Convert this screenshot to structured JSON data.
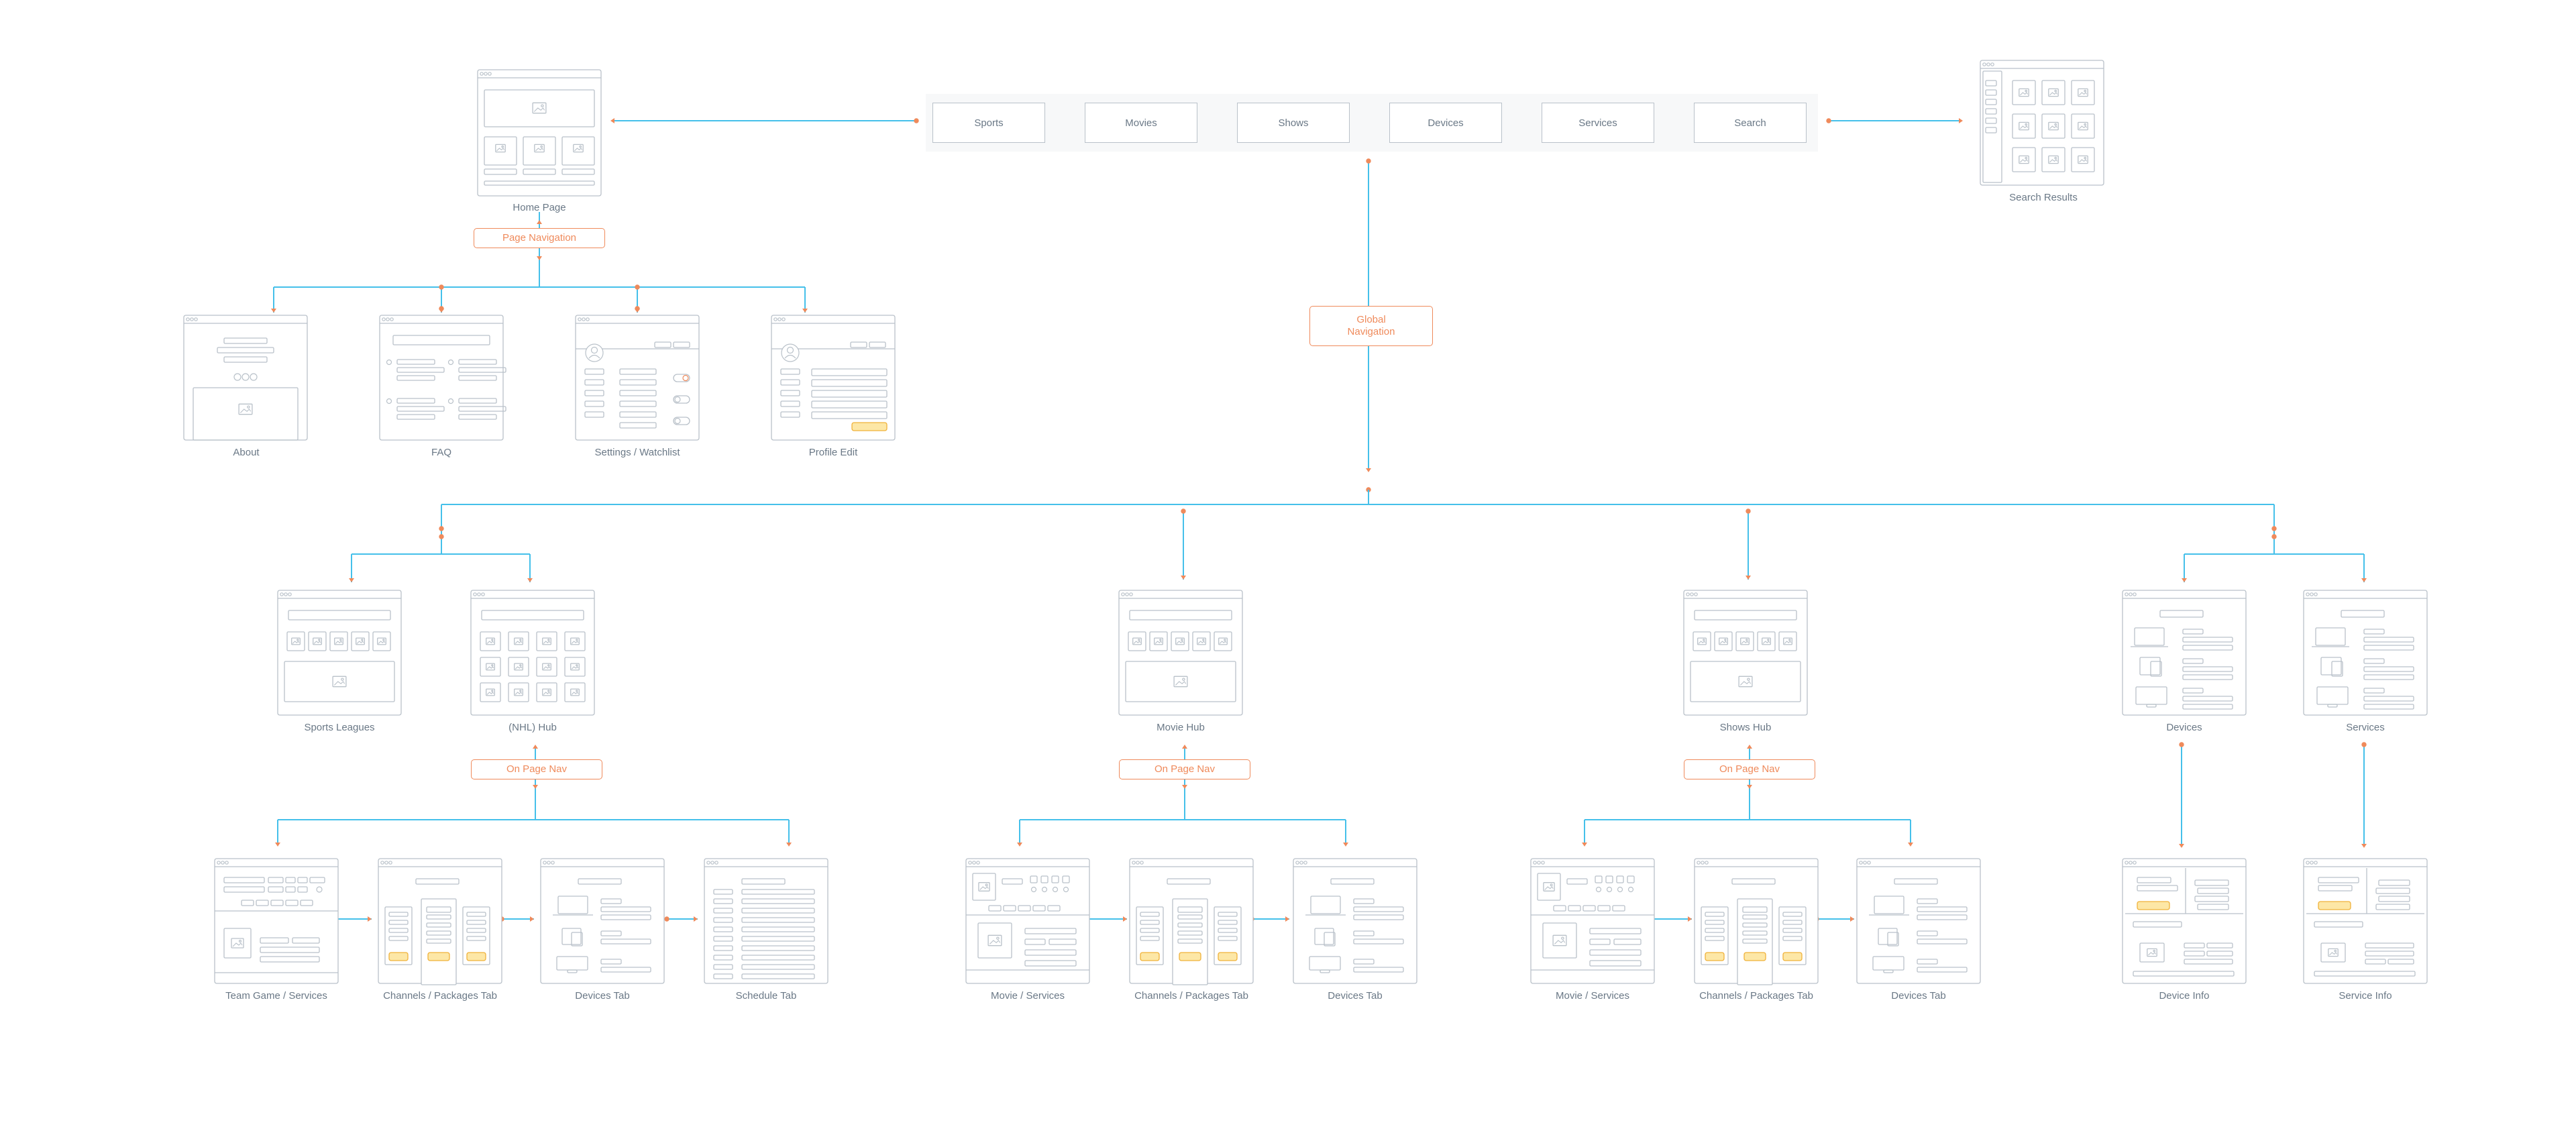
{
  "global_bar": {
    "items": [
      "Sports",
      "Movies",
      "Shows",
      "Devices",
      "Services",
      "Search"
    ]
  },
  "nav_boxes": {
    "page_navigation": "Page Navigation",
    "global_navigation_line1": "Global",
    "global_navigation_line2": "Navigation",
    "on_page_nav": "On Page Nav"
  },
  "pages": {
    "home": "Home Page",
    "search_results": "Search Results",
    "about": "About",
    "faq": "FAQ",
    "settings": "Settings / Watchlist",
    "profile": "Profile Edit",
    "sports_leagues": "Sports Leagues",
    "nhl_hub": "(NHL) Hub",
    "movie_hub": "Movie Hub",
    "shows_hub": "Shows Hub",
    "devices": "Devices",
    "services": "Services",
    "team_game": "Team Game / Services",
    "channels_1": "Channels / Packages Tab",
    "devices_tab_1": "Devices Tab",
    "schedule_tab": "Schedule Tab",
    "movie_services": "Movie / Services",
    "channels_2": "Channels / Packages Tab",
    "devices_tab_2": "Devices Tab",
    "movie_services_2": "Movie / Services",
    "channels_3": "Channels / Packages Tab",
    "devices_tab_3": "Devices Tab",
    "device_info": "Device Info",
    "service_info": "Service Info"
  },
  "colors": {
    "connector": "#45c0ea",
    "accent": "#ef8a5b",
    "wire": "#b9c1c9",
    "highlight": "#fde7a6"
  }
}
